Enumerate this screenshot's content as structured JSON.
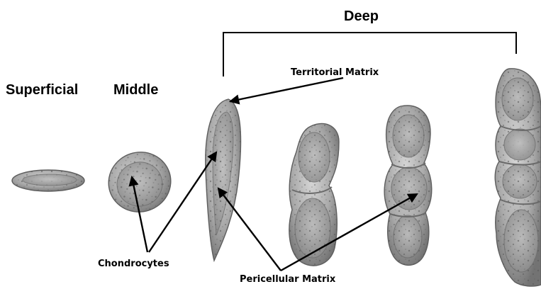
{
  "zones": {
    "superficial": "Superficial",
    "middle": "Middle",
    "deep": "Deep"
  },
  "callouts": {
    "territorial_matrix": "Territorial Matrix",
    "chondrocytes": "Chondrocytes",
    "pericellular_matrix": "Pericellular Matrix"
  },
  "colors": {
    "text": "#000000",
    "cell_light": "#d2d2d2",
    "cell_dark": "#7c7c7c",
    "background": "#ffffff"
  }
}
